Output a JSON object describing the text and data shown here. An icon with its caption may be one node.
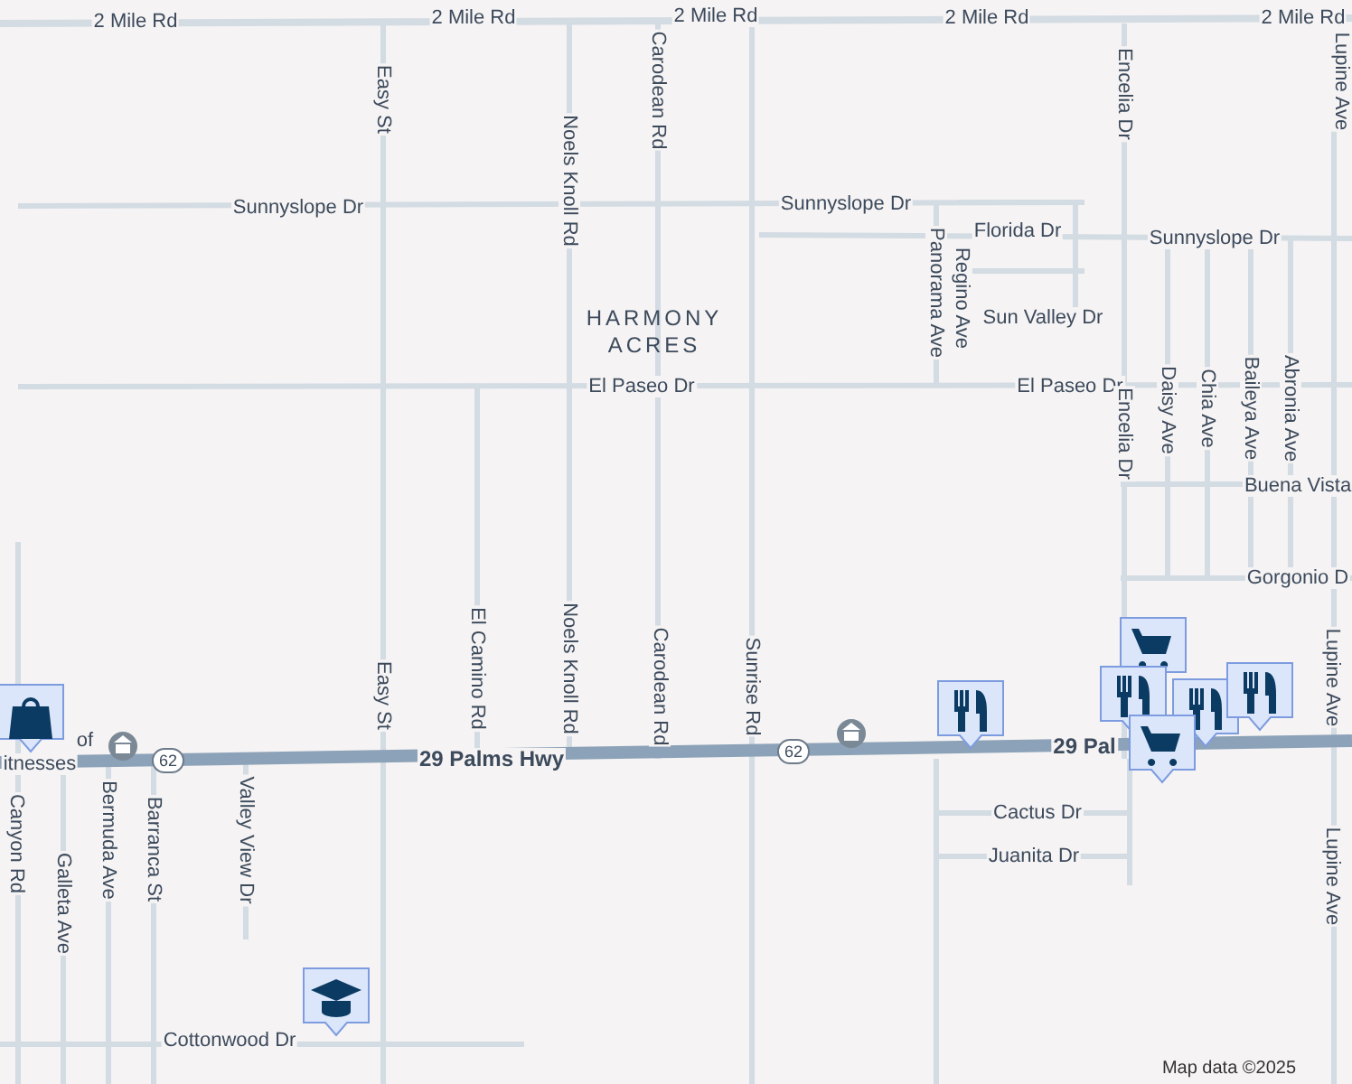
{
  "diagram": {
    "labels": [
      "2 Mile Rd",
      "2 Mile Rd",
      "2 Mile Rd",
      "2 Mile Rd",
      "2 Mile Rd",
      "Easy St",
      "Carodean Rd",
      "Encelia Dr",
      "Lupine Ave",
      "Noels Knoll Rd",
      "Sunnyslope Dr",
      "Sunnyslope Dr",
      "Florida Dr",
      "Sunnyslope Dr",
      "Panorama Ave",
      "Regino Ave",
      "HARMONY ACRES",
      "Sun Valley Dr",
      "El Paseo Dr",
      "El Paseo Dr",
      "Encelia Dr",
      "Daisy Ave",
      "Chia Ave",
      "Baileya Ave",
      "Abronia Ave",
      "Buena Vista",
      "Gorgonio D",
      "Easy St",
      "El Camino Rd",
      "Noels Knoll Rd",
      "Carodean Rd",
      "Sunrise Rd",
      "Lupine Ave",
      "of",
      "itnesses",
      "62",
      "29 Palms Hwy",
      "62",
      "29 Pal",
      "Canyon Rd",
      "Galleta Ave",
      "Bermuda Ave",
      "Barranca St",
      "Valley View Dr",
      "Cactus Dr",
      "Juanita Dr",
      "Lupine Ave",
      "Cottonwood Dr",
      "Map data ©2025"
    ]
  }
}
